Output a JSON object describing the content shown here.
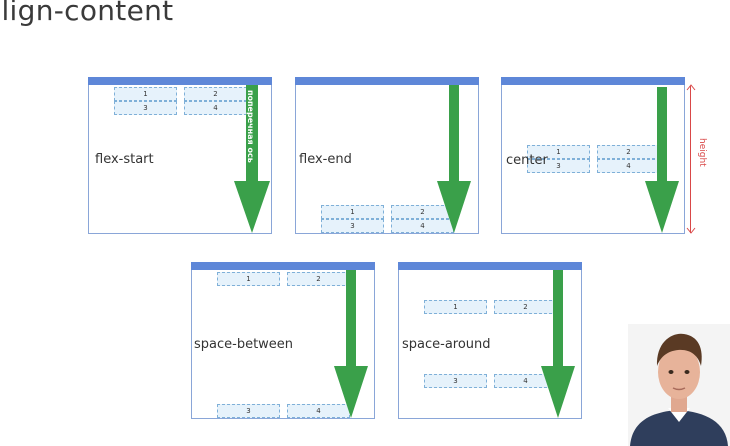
{
  "title": "align-content",
  "axis_label": "поперечная ось",
  "height_label": "height",
  "panels": {
    "flex_start": {
      "label": "flex-start",
      "cells": [
        "1",
        "2",
        "3",
        "4"
      ]
    },
    "flex_end": {
      "label": "flex-end",
      "cells": [
        "1",
        "2",
        "3",
        "4"
      ]
    },
    "center": {
      "label": "center",
      "cells": [
        "1",
        "2",
        "3",
        "4"
      ]
    },
    "space_between": {
      "label": "space-between",
      "cells": [
        "1",
        "2",
        "3",
        "4"
      ]
    },
    "space_around": {
      "label": "space-around",
      "cells": [
        "1",
        "2",
        "3",
        "4"
      ]
    }
  },
  "colors": {
    "accent_bar": "#5e87d8",
    "arrow_green": "#3aa04a",
    "cell_fill": "#e6f2fb",
    "height_red": "#d94848"
  },
  "presenter": {
    "icon": "presenter-video-avatar"
  }
}
